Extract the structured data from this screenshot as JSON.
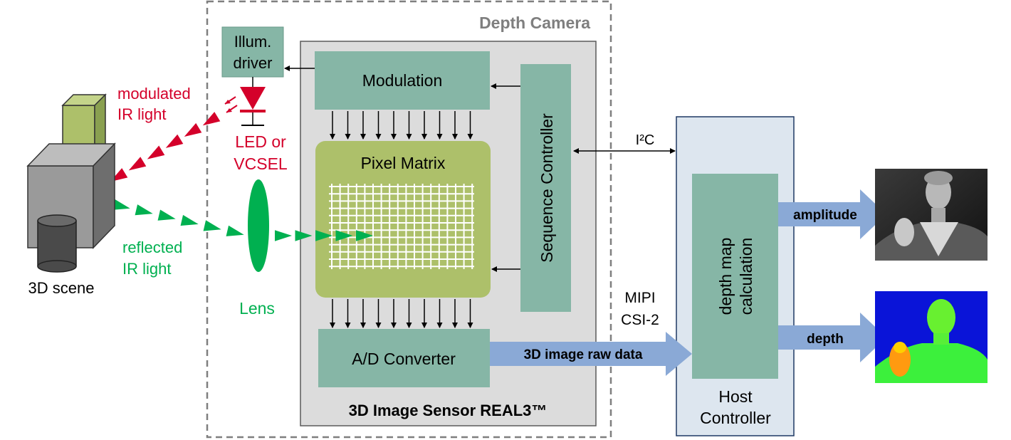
{
  "labels": {
    "depth_camera": "Depth Camera",
    "illum_driver_line1": "Illum.",
    "illum_driver_line2": "driver",
    "modulation": "Modulation",
    "sequence_controller": "Sequence Controller",
    "pixel_matrix": "Pixel Matrix",
    "ad_converter": "A/D Converter",
    "sensor": "3D Image Sensor REAL3™",
    "led_line1": "LED or",
    "led_line2": "VCSEL",
    "lens": "Lens",
    "modulated_line1": "modulated",
    "modulated_line2": "IR light",
    "reflected_line1": "reflected",
    "reflected_line2": "IR light",
    "scene": "3D scene",
    "i2c": "I²C",
    "mipi_line1": "MIPI",
    "mipi_line2": "CSI-2",
    "raw_data": "3D image raw data",
    "depth_map_line1": "depth map",
    "depth_map_line2": "calculation",
    "host_line1": "Host",
    "host_line2": "Controller",
    "amplitude": "amplitude",
    "depth": "depth"
  },
  "colors": {
    "block_green": "#86b6a6",
    "pixel_matrix": "#adc06a",
    "sensor_bg": "#dcdcdc",
    "host_bg": "#dde6ef",
    "data_arrow": "#8aa9d6",
    "modulated_red": "#d4002a",
    "reflected_green": "#00b050",
    "camera_border": "#7f7f7f",
    "host_border": "#1f3864"
  },
  "icons": {
    "led": "led-diode-icon",
    "lens": "lens-icon",
    "scene": "3d-scene-objects-icon",
    "amplitude_image": "amplitude-grayscale-portrait-icon",
    "depth_image": "depth-colormap-portrait-icon"
  }
}
